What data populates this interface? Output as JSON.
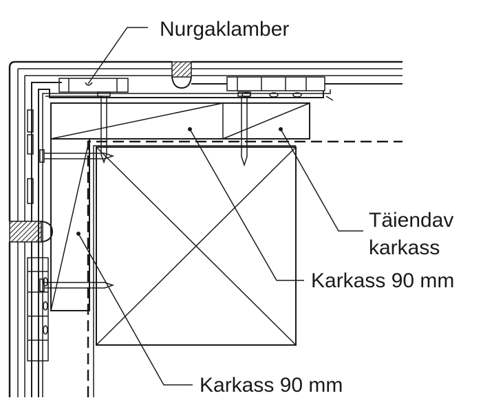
{
  "labels": {
    "corner_clamp": "Nurgaklamber",
    "extra_frame_line1": "Täiendav",
    "extra_frame_line2": "karkass",
    "frame_right": "Karkass 90 mm",
    "frame_bottom": "Karkass 90 mm"
  },
  "colors": {
    "line": "#1a1a1a",
    "background": "#ffffff"
  }
}
